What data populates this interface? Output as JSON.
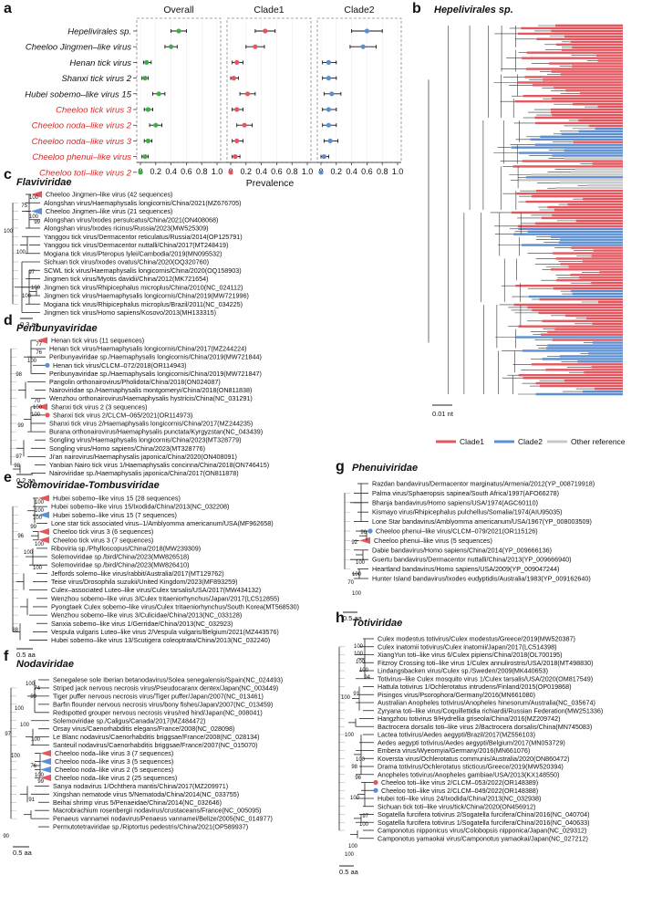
{
  "panel_labels": {
    "a": "a",
    "b": "b",
    "c": "c",
    "d": "d",
    "e": "e",
    "f": "f",
    "g": "g",
    "h": "h"
  },
  "panel_a": {
    "facets": [
      "Overall",
      "Clade1",
      "Clade2"
    ],
    "xlabel": "Prevalence",
    "ticks": [
      "0",
      "0.2",
      "0.4",
      "0.6",
      "0.8",
      "1.0"
    ],
    "viruses": [
      {
        "name": "Hepelivirales sp.",
        "red": false
      },
      {
        "name": "Cheeloo Jingmen–like virus",
        "red": false
      },
      {
        "name": "Henan tick virus",
        "red": false
      },
      {
        "name": "Shanxi tick virus 2",
        "red": false
      },
      {
        "name": "Hubei sobemo–like virus 15",
        "red": false
      },
      {
        "name": "Cheeloo tick virus 3",
        "red": true
      },
      {
        "name": "Cheeloo noda–like virus 2",
        "red": true
      },
      {
        "name": "Cheeloo noda–like virus 3",
        "red": true
      },
      {
        "name": "Cheeloo phenui–like virus",
        "red": true
      },
      {
        "name": "Cheeloo toti–like virus 2",
        "red": true
      }
    ],
    "colors": {
      "overall": "#3fae49",
      "clade1": "#e4575e",
      "clade2": "#5b8fd1",
      "red_label": "#d42b2b"
    }
  },
  "chart_data": {
    "type": "scatter",
    "x": "Prevalence",
    "xlim": [
      0,
      1
    ],
    "categories": [
      "Hepelivirales sp.",
      "Cheeloo Jingmen–like virus",
      "Henan tick virus",
      "Shanxi tick virus 2",
      "Hubei sobemo–like virus 15",
      "Cheeloo tick virus 3",
      "Cheeloo noda–like virus 2",
      "Cheeloo noda–like virus 3",
      "Cheeloo phenui–like virus",
      "Cheeloo toti–like virus 2"
    ],
    "series": [
      {
        "name": "Overall",
        "values": [
          0.5,
          0.4,
          0.08,
          0.06,
          0.24,
          0.1,
          0.2,
          0.1,
          0.06,
          0.0
        ],
        "low": [
          0.4,
          0.32,
          0.04,
          0.02,
          0.16,
          0.05,
          0.12,
          0.05,
          0.02,
          0.0
        ],
        "high": [
          0.6,
          0.48,
          0.14,
          0.1,
          0.32,
          0.16,
          0.28,
          0.15,
          0.1,
          0.02
        ]
      },
      {
        "name": "Clade1",
        "values": [
          0.45,
          0.32,
          0.08,
          0.04,
          0.22,
          0.08,
          0.18,
          0.08,
          0.06,
          0.0
        ],
        "low": [
          0.32,
          0.2,
          0.02,
          0.0,
          0.12,
          0.02,
          0.08,
          0.02,
          0.02,
          0.0
        ],
        "high": [
          0.58,
          0.44,
          0.16,
          0.1,
          0.32,
          0.16,
          0.28,
          0.16,
          0.12,
          0.02
        ]
      },
      {
        "name": "Clade2",
        "values": [
          0.6,
          0.55,
          0.1,
          0.1,
          0.14,
          0.1,
          0.1,
          0.12,
          0.04,
          0.0
        ],
        "low": [
          0.4,
          0.38,
          0.02,
          0.02,
          0.04,
          0.02,
          0.02,
          0.04,
          0.0,
          0.0
        ],
        "high": [
          0.8,
          0.72,
          0.2,
          0.2,
          0.26,
          0.2,
          0.2,
          0.22,
          0.1,
          0.02
        ]
      }
    ]
  },
  "panel_b": {
    "title": "Hepelivirales sp.",
    "scale": "0.01 nt",
    "legend": [
      "Clade1",
      "Clade2",
      "Other reference"
    ],
    "colors": {
      "clade1": "#e4575e",
      "clade2": "#5b8fd1",
      "other": "#c8c8c8"
    }
  },
  "panel_c": {
    "title": "Flaviviridae",
    "scale": "0.3 aa",
    "tips": [
      "Cheeloo Jingmen–like virus (42 sequences)",
      "Alongshan virus/Haemaphysalis longicornis/China/2021(MZ676705)",
      "Cheeloo Jingmen–like virus (21 sequences)",
      "Alongshan virus/Ixodes persulcatus/China/2021(ON408068)",
      "Alongshan virus/Ixodes ricinus/Russia/2023(MW525309)",
      "Yanggou tick virus/Dermacentor reticulatus/Russia/2014(OP125791)",
      "Yanggou tick virus/Dermacentor nuttalli/China/2017(MT248419)",
      "Mogiana tick virus/Pteropus lylei/Cambodia/2019(MN095532)",
      "Sichuan tick virus/Ixodes ovatus/China/2020(OQ320760)",
      "SCWL tick virus/Haemaphysalis longicornis/China/2020(OQ158903)",
      "Jingmen tick virus/Myotis davidii/China/2012(MK721654)",
      "Jingmen tick virus/Rhipicephalus microplus/China/2010(NC_024112)",
      "Jingmen tick virus/Haemaphysalis longicornis/China/2019(MW721996)",
      "Mogiana tick virus/Rhipicephalus microplus/Brazil/2011(NC_034225)",
      "Jingmen tick virus/Homo sapiens/Kosovo/2013(MH133315)"
    ],
    "boot": [
      "100",
      "75",
      "100",
      "99",
      "100",
      "100",
      "97",
      "100",
      "100"
    ]
  },
  "panel_d": {
    "title": "Peribunyaviridae",
    "scale": "0.2 aa",
    "tips": [
      "Henan tick virus (11 sequences)",
      "Henan tick virus/Haemaphysalis longicornis/China/2017(MZ244224)",
      "Peribunyaviridae sp./Haemaphysalis longicornis/China/2019(MW721844)",
      "Henan tick virus/CLCM–072/2018(OR114943)",
      "Peribunyaviridae sp./Haemaphysalis longicornis/China/2019(MW721847)",
      "Pangolin orthonairovirus/Pholidota/China/2018(ON024087)",
      "Nairoviridae sp./Haemaphysalis montgomeryi/China/2018(ON811838)",
      "Wenzhou orthonairovirus/Haemaphysalis hystricis/China(NC_031291)",
      "Shanxi tick virus 2 (3 sequences)",
      "Shanxi tick virus 2/CLCM–065/2021(OR114973)",
      "Shanxi tick virus 2/Haemaphysalis longicornis/China/2017(MZ244235)",
      "Burana orthonairovirus/Haemaphysalis punctata/Kyrgyzstan(NC_043439)",
      "Songling virus/Haemaphysalis longicornis/China/2023(MT328779)",
      "Songling virus/Homo sapiens/China/2023(MT328776)",
      "Ji'an nairovirus/Haemaphysalis japonica/China/2020(ON408091)",
      "Yanbian Nairo tick virus 1/Haemaphysalis concinna/China/2018(ON746415)",
      "Nairoviridae sp./Haemaphysalis japonica/China/2017(ON811878)"
    ],
    "boot": [
      "77",
      "76",
      "100",
      "98",
      "70",
      "100",
      "100",
      "99",
      "97",
      "98"
    ]
  },
  "panel_e": {
    "title": "Solemoviridae-Tombusviridae",
    "scale": "0.5 aa",
    "tips": [
      "Hubei sobemo–like virus 15 (28 sequences)",
      "Hubei sobemo–like virus 15/Ixodida/China/2013(NC_032208)",
      "Hubei sobemo–like virus 15 (7 sequences)",
      "Lone star tick associated virus–1/Amblyomma americanum/USA(MF962658)",
      "Cheeloo tick virus 3 (6 sequences)",
      "Cheeloo tick virus 3 (7 sequences)",
      "Riboviria sp./Phylloscopus/China/2018(MW239309)",
      "Solemoviridae sp./bird/China/2023(MW826518)",
      "Solemoviridae sp./bird/China/2023(MW826410)",
      "Jeffords solemo–like virus/rabbit/Australia/2017(MT129762)",
      "Teise virus/Drosophila suzukii/United Kingdom/2023(MF893259)",
      "Culex–associated Luteo–like virus/Culex tarsalis/USA/2017(MW434132)",
      "Wenzhou sobemo–like virus 3/Culex tritaeniorhynchus/Japan/2017(LC512855)",
      "Pyongtaek Culex sobemo–like virus/Culex tritaeniorhynchus/South Korea(MT568530)",
      "Wenzhou sobemo–like virus 3/Culicidae/China/2013(NC_033128)",
      "Sanxia sobemo–like virus 1/Gerridae/China/2013(NC_032923)",
      "Vespula vulgaris Luteo–like virus 2/Vespula vulgaris/Belgium/2021(MZ443576)",
      "Hubei sobemo–like virus 13/Scutigera coleoptrata/China/2013(NC_032240)"
    ],
    "boot": [
      "100",
      "100",
      "100",
      "99",
      "96",
      "100",
      "100",
      "100",
      "88"
    ]
  },
  "panel_f": {
    "title": "Nodaviridae",
    "scale": "0.5 aa",
    "tips": [
      "Senegalese sole Iberian betanodavirus/Solea senegalensis/Spain(NC_024493)",
      "Striped jack nervous necrosis virus/Pseudocaranx dentex/Japan(NC_003449)",
      "Tiger puffer nervous necrosis virus/Tiger puffer/Japan/2007(NC_013461)",
      "Barfin flounder nervous necrosis virus/bony fishes/Japan/2007(NC_013459)",
      "Redspotted grouper nervous necrosis virus/red hind/Japan(NC_008041)",
      "Solemoviridae sp./Caligus/Canada/2017(MZ484472)",
      "Orsay virus/Caenorhabditis elegans/France/2008(NC_028098)",
      "Le Blanc nodavirus/Caenorhabditis briggsae/France/2008(NC_028134)",
      "Santeuil nodavirus/Caenorhabditis briggsae/France/2007(NC_015070)",
      "Cheeloo noda–like virus 3 (7 sequences)",
      "Cheeloo noda–like virus 3 (5 sequences)",
      "Cheeloo noda–like virus 2 (5 sequences)",
      "Cheeloo noda–like virus 2 (25 sequences)",
      "Sanya nodavirus 1/Ochthera mantis/China/2017(MZ209971)",
      "Xingshan nematode virus 5/Nematoda/China/2014(NC_033755)",
      "Beihai shrimp virus 5/Penaeidae/China/2014(NC_032646)",
      "Macrobrachium rosenbergii nodavirus/crustaceans/France(NC_005095)",
      "Penaeus vannamei nodavirus/Penaeus vannamei/Belize/2005(NC_014977)",
      "Permutotetraviridae sp./Riptortus pedestris/China/2021(OP589937)"
    ],
    "boot": [
      "100",
      "74",
      "89",
      "100",
      "100",
      "100",
      "97",
      "100",
      "76",
      "100",
      "99",
      "91",
      "90"
    ]
  },
  "panel_g": {
    "title": "Phenuiviridae",
    "scale": "0.5 aa",
    "tips": [
      "Razdan bandavirus/Dermacentor marginatus/Armenia/2012(YP_008719918)",
      "Palma virus/Sphaeropsis sapinea/South Africa/1997(AFO66278)",
      "Bhanja bandavirus/Homo sapiens/USA/1974(AGC60110)",
      "Kismayo virus/Rhipicephalus pulchellus/Somalia/1974(AIU95035)",
      "Lone Star bandavirus/Amblyomma americanum/USA/1967(YP_008003509)",
      "Cheeloo phenui–like virus/CLCM–079/2021(OR115126)",
      "Cheeloo phenui–like virus (5 sequences)",
      "Dabie bandavirus/Homo sapiens/China/2014(YP_009666136)",
      "Guertu bandavirus/Dermacentor nuttalli/China/2013(YP_009666940)",
      "Heartland bandavirus/Homo sapiens/USA/2009(YP_009047244)",
      "Hunter Island bandavirus/Ixodes eudyptidis/Australia/1983(YP_009162640)"
    ],
    "boot": [
      "96",
      "92",
      "100",
      "70",
      "100",
      "100"
    ]
  },
  "panel_h": {
    "title": "Totiviridae",
    "scale": "0.5 aa",
    "tips": [
      "Culex modestus totivirus/Culex modestus/Greece/2019(MW520387)",
      "Culex inatomii totivirus/Culex inatomii/Japan/2017(LC514398)",
      "XiangYun toti–like virus 6/Culex pipiens/China/2018(OL700195)",
      "Fitzroy Crossing toti–like virus 1/Culex annulirostris/USA/2018(MT498830)",
      "Lindangsbacken virus/Culex sp./Sweden/2009(MK440653)",
      "Totivirus–like Culex mosquito virus 1/Culex tarsalis/USA/2020(OM817549)",
      "Hattula totivirus 1/Ochlerotatus intrudens/Finland/2015(OP019868)",
      "Pisingos virus/Psorophora/Germany/2016(MN661080)",
      "Australian Anopheles totivirus/Anopheles hinesorum/Australia(NC_035674)",
      "Zyryana toti–like virus/Coquillettidia richiardii/Russian Federation(MW251336)",
      "Hangzhou totivirus 9/Hydrellia griseola/China/2016(MZ209742)",
      "Bactrocera dorsalis toti–like virus 2/Bactrocera dorsalis/China(MN745083)",
      "Lactea totivirus/Aedes aegypti/Brazil/2017(MZ556103)",
      "Aedes aegypti totivirus/Aedes aegypti/Belgium/2017(MN053729)",
      "Embera virus/Wyeomyia/Germany/2016(MN661076)",
      "Koversta virus/Ochlerotatus communis/Australia/2020(ON860472)",
      "Drama totivirus/Ochlerotatus sticticus/Greece/2019(MW520394)",
      "Anopheles totivirus/Anopheles gambiae/USA/2013(KX148550)",
      "Cheeloo toti–like virus 2/CLCM–053/2022(OR148389)",
      "Cheeloo toti–like virus 2/CLCM–049/2022(OR148388)",
      "Hubei toti–like virus 24/Ixodida/China/2013(NC_032938)",
      "Sichuan tick toti–like virus/tick/China/2020(ON456912)",
      "Sogatella furcifera totivirus 2/Sogatella furcifera/China/2016(NC_040704)",
      "Sogatella furcifera totivirus 1/Sogatella furcifera/China/2016(NC_040633)",
      "Camponotus nipponicus virus/Colobopsis nipponica/Japan(NC_029312)",
      "Camponotus yamaokai virus/Camponotus yamaokai/Japan(NC_027212)"
    ],
    "boot": [
      "100",
      "100",
      "100",
      "100",
      "94",
      "91",
      "100",
      "100",
      "100",
      "98",
      "96",
      "100",
      "97",
      "100",
      "100",
      "100"
    ]
  }
}
